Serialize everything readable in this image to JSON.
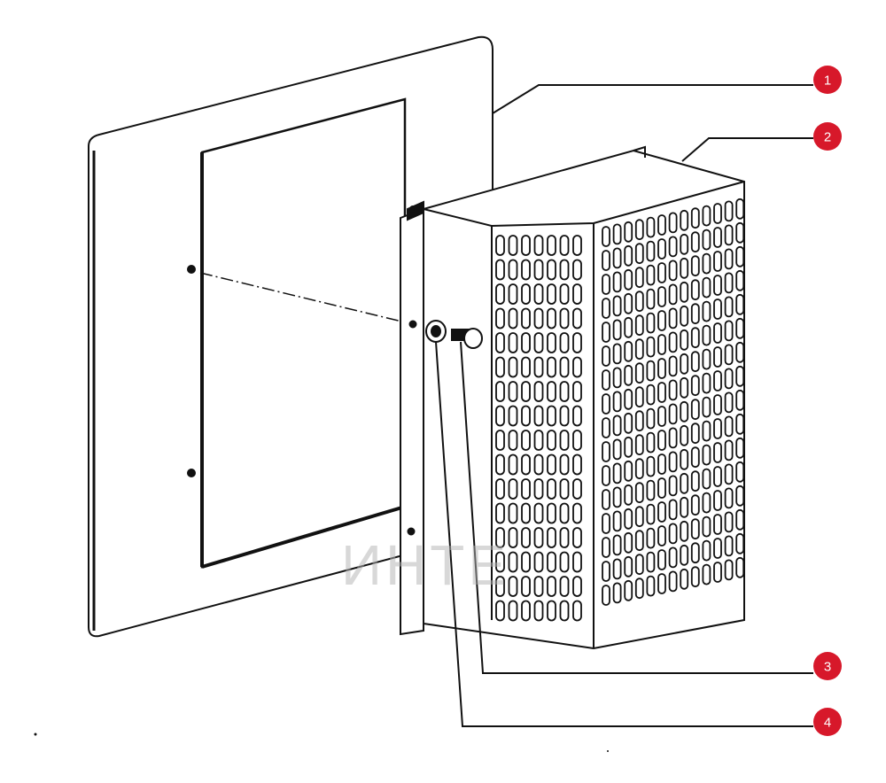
{
  "callouts": [
    {
      "id": "1",
      "label": "1"
    },
    {
      "id": "2",
      "label": "2"
    },
    {
      "id": "3",
      "label": "3"
    },
    {
      "id": "4",
      "label": "4"
    }
  ],
  "watermark": {
    "text": "ИНТЕ"
  },
  "colors": {
    "badge": "#d7182a",
    "line": "#111111",
    "watermark": "#e84a4a"
  }
}
